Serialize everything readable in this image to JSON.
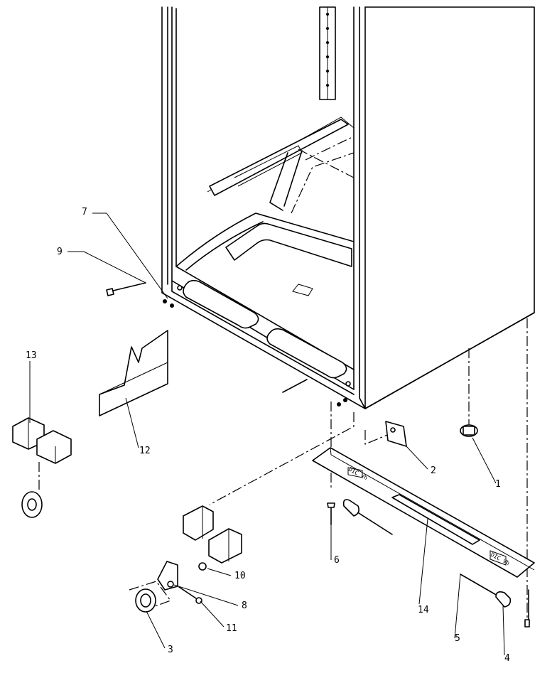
{
  "callouts": [
    {
      "id": "c1",
      "text": "1"
    },
    {
      "id": "c2",
      "text": "2"
    },
    {
      "id": "c3",
      "text": "3"
    },
    {
      "id": "c4",
      "text": "4"
    },
    {
      "id": "c5",
      "text": "5"
    },
    {
      "id": "c6",
      "text": "6"
    },
    {
      "id": "c7",
      "text": "7"
    },
    {
      "id": "c8",
      "text": "8"
    },
    {
      "id": "c9",
      "text": "9"
    },
    {
      "id": "c10",
      "text": "10"
    },
    {
      "id": "c11",
      "text": "11"
    },
    {
      "id": "c12",
      "text": "12"
    },
    {
      "id": "c13",
      "text": "13"
    },
    {
      "id": "c14",
      "text": "14"
    }
  ],
  "emboss": {
    "left": "DIC Vh",
    "right": "DIC Vh"
  }
}
